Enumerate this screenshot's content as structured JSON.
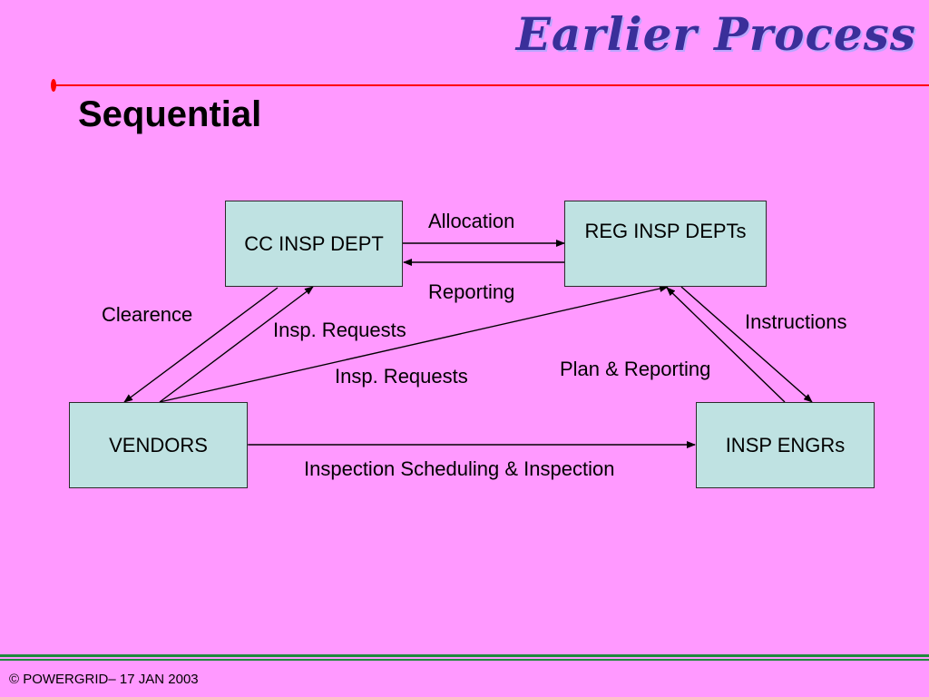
{
  "header": {
    "title": "Earlier Process"
  },
  "slide": {
    "title": "Sequential"
  },
  "diagram": {
    "nodes": {
      "cc": "CC INSP DEPT",
      "reg": "REG INSP DEPTs",
      "vendors": "VENDORS",
      "engrs": "INSP ENGRs"
    },
    "edges": {
      "allocation": "Allocation",
      "reporting": "Reporting",
      "clearence": "Clearence",
      "insp_requests_1": "Insp. Requests",
      "insp_requests_2": "Insp. Requests",
      "instructions": "Instructions",
      "plan_reporting": "Plan & Reporting",
      "scheduling": "Inspection Scheduling  & Inspection"
    }
  },
  "footer": {
    "text": "© POWERGRID– 17 JAN 2003"
  },
  "colors": {
    "background": "#ff99ff",
    "box": "#bfe2e2",
    "rule": "#ff0000",
    "footer_rule": "#1e8a3c",
    "title": "#3a2f9a"
  }
}
